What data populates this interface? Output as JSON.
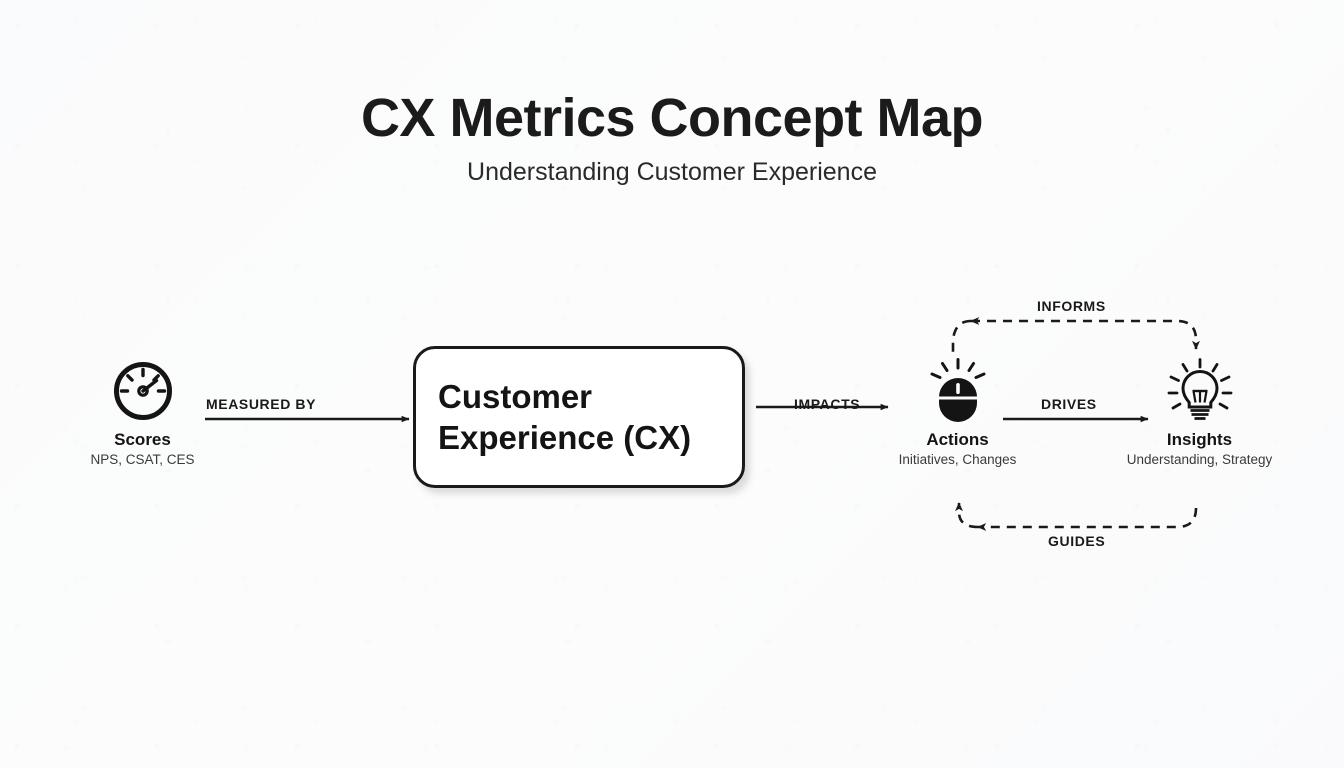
{
  "header": {
    "title": "CX Metrics Concept Map",
    "subtitle": "Understanding Customer Experience"
  },
  "colors": {
    "background": "#fbfbfc",
    "ink": "#1a1a1a",
    "box_fill": "#ffffff",
    "sub_text": "#3a3a3a"
  },
  "diagram": {
    "nodes": [
      {
        "id": "scores",
        "icon": "gauge-icon",
        "title": "Scores",
        "subtitle": "NPS, CSAT, CES"
      },
      {
        "id": "customer-experience",
        "icon": "none",
        "title": "Customer\nExperience (CX)",
        "title_line_1": "Customer",
        "title_line_2": "Experience (CX)",
        "shape": "rounded-rectangle"
      },
      {
        "id": "actions",
        "icon": "mouse-click-icon",
        "title": "Actions",
        "subtitle": "Initiatives, Changes"
      },
      {
        "id": "insights",
        "icon": "lightbulb-icon",
        "title": "Insights",
        "subtitle": "Understanding, Strategy"
      }
    ],
    "edges": [
      {
        "id": "measured-by",
        "label": "MEASURED BY",
        "from": "scores",
        "to": "customer-experience",
        "style": "solid",
        "arrow": "end"
      },
      {
        "id": "impacts",
        "label": "IMPACTS",
        "from": "customer-experience",
        "to": "actions",
        "style": "solid",
        "arrow": "end"
      },
      {
        "id": "drives",
        "label": "DRIVES",
        "from": "actions",
        "to": "insights",
        "style": "solid",
        "arrow": "end"
      },
      {
        "id": "informs",
        "label": "INFORMS",
        "from": "insights",
        "to": "actions",
        "style": "dashed",
        "arrow": "both",
        "position": "above"
      },
      {
        "id": "guides",
        "label": "GUIDES",
        "from": "insights",
        "to": "actions",
        "style": "dashed",
        "arrow": "both",
        "position": "below"
      }
    ]
  }
}
